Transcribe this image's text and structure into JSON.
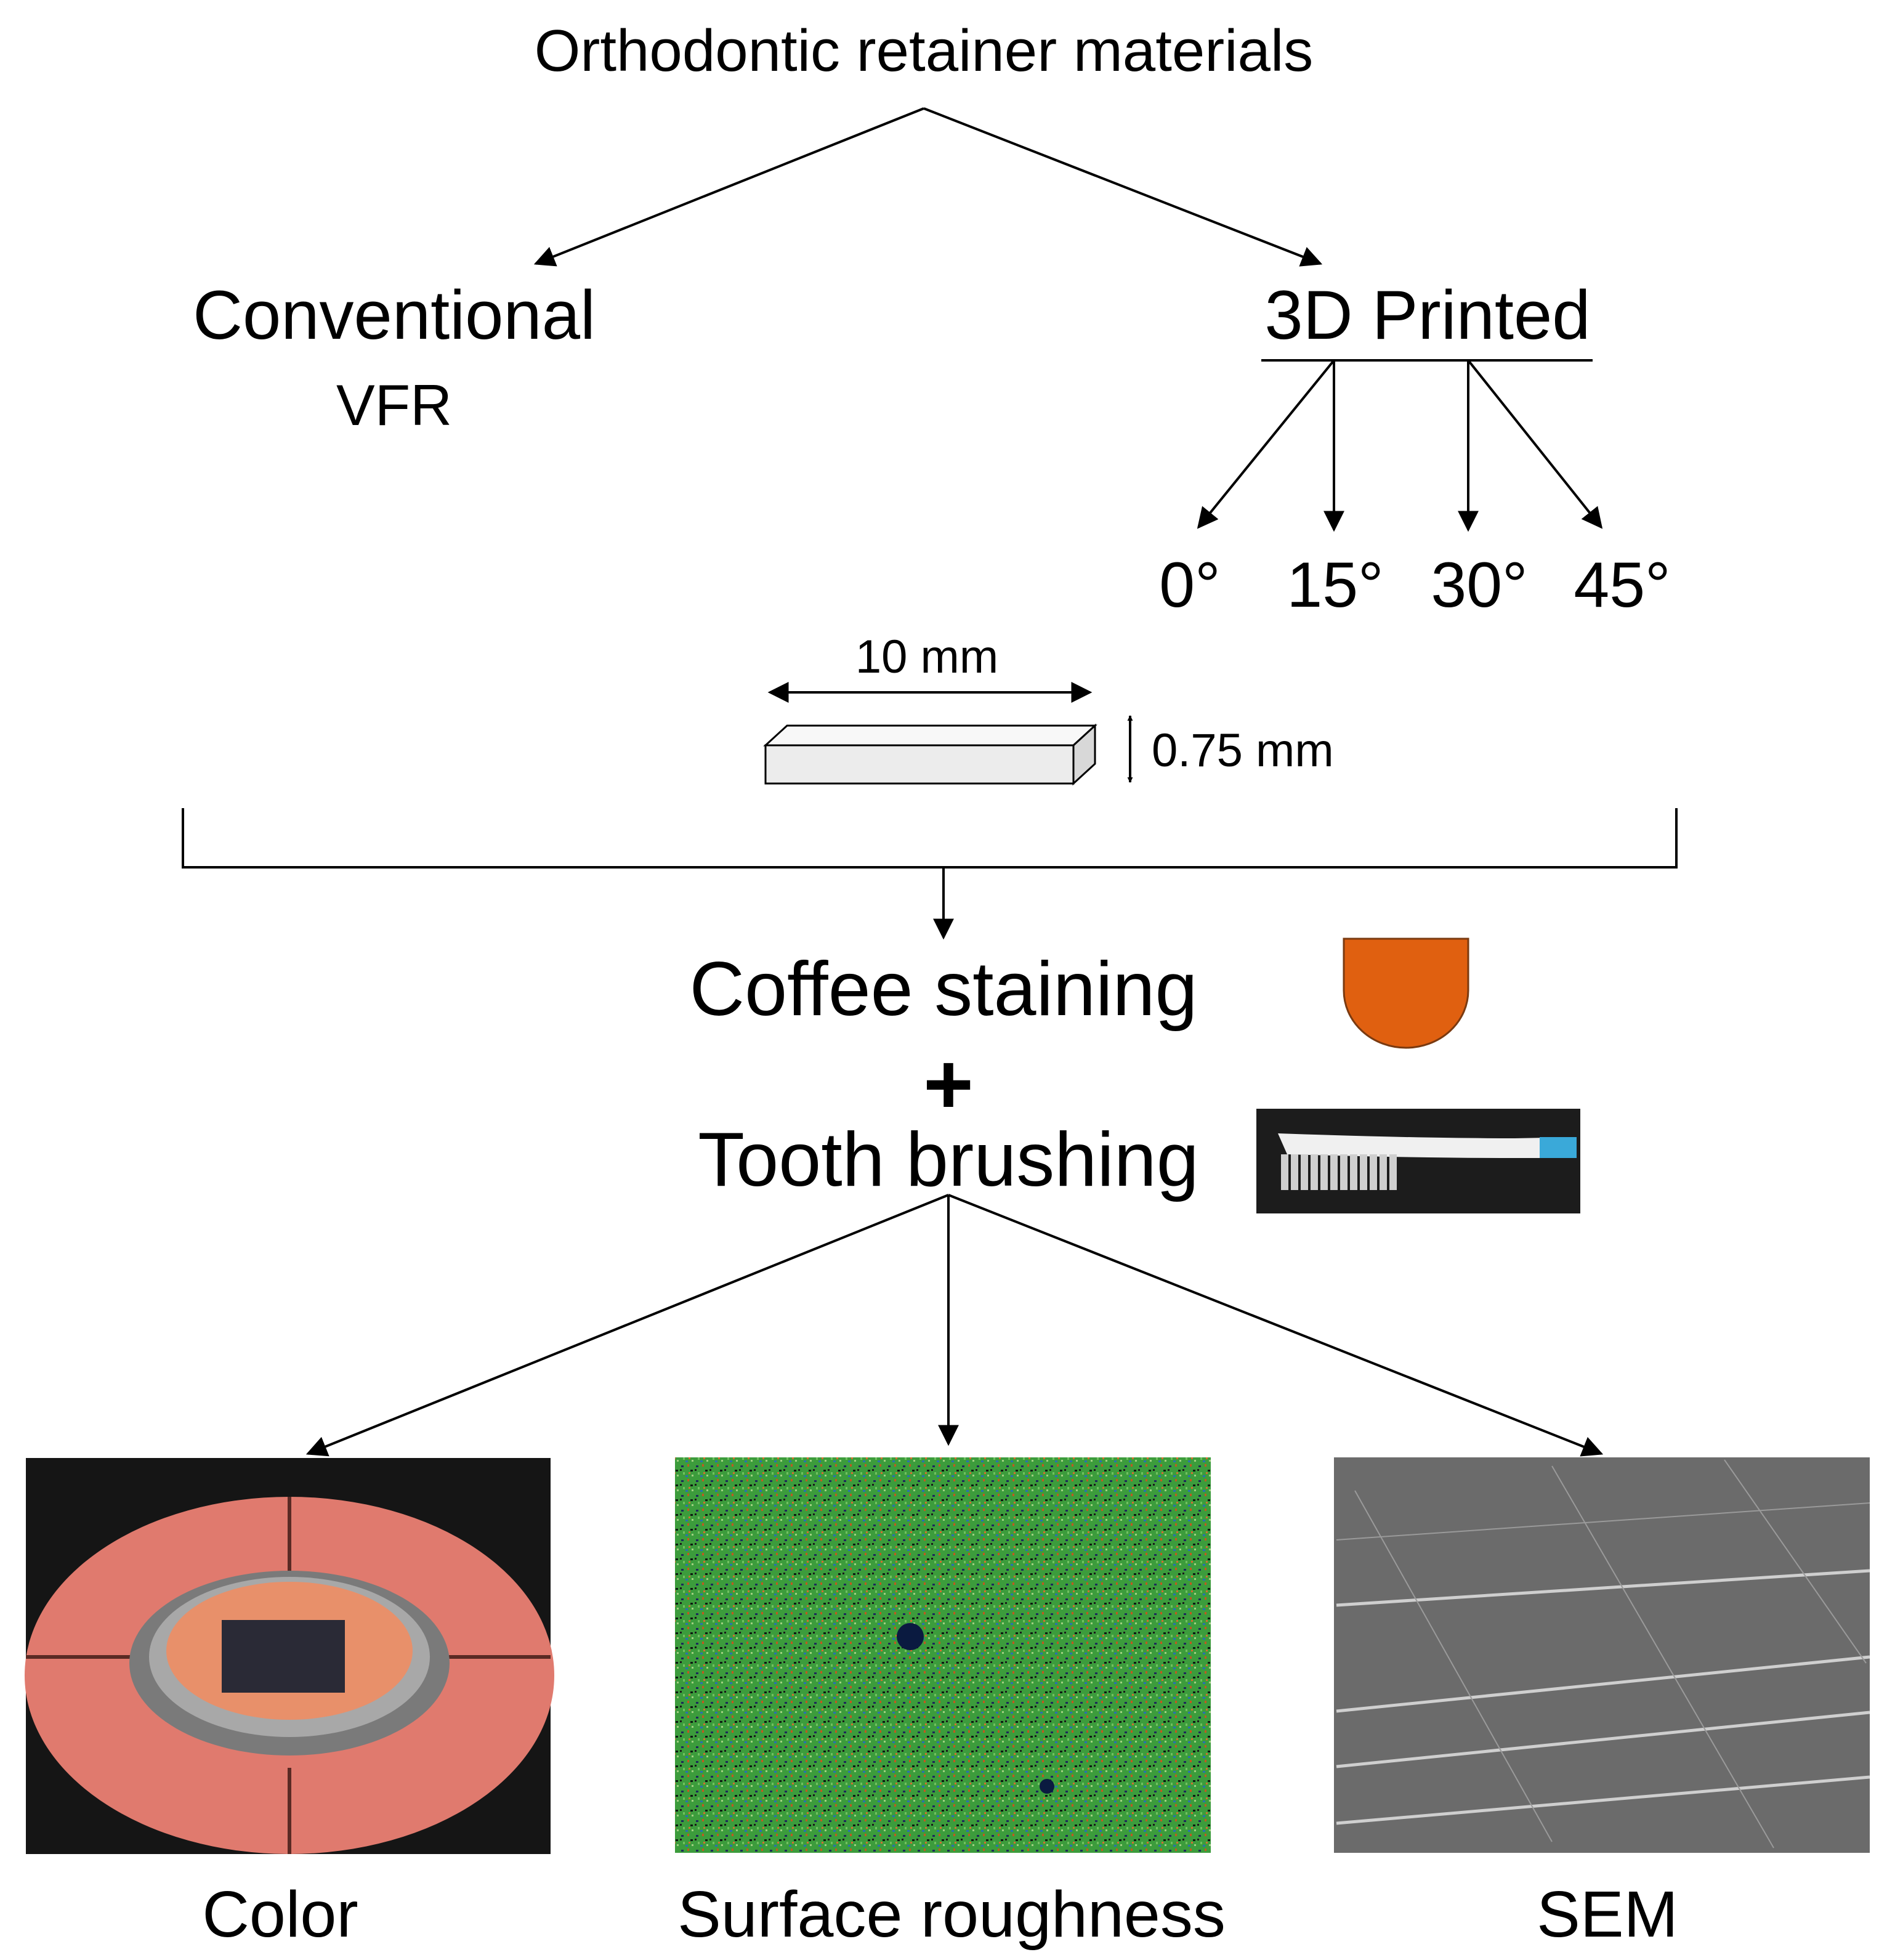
{
  "title": "Orthodontic retainer materials",
  "branches": {
    "conventional": {
      "label": "Conventional",
      "sublabel": "VFR"
    },
    "printed": {
      "label": "3D Printed",
      "angles": [
        "0°",
        "15°",
        "30°",
        "45°"
      ]
    }
  },
  "specimen": {
    "length_label": "10 mm",
    "thickness_label": "0.75 mm"
  },
  "process": {
    "step1": "Coffee staining",
    "plus": "+",
    "step2": "Tooth brushing"
  },
  "outcomes": [
    "Color",
    "Surface roughness",
    "SEM"
  ],
  "colors": {
    "coffee_cup": "#E06010",
    "roughness_bg": "#4fa84a",
    "sem_bg": "#6b6b6b"
  }
}
